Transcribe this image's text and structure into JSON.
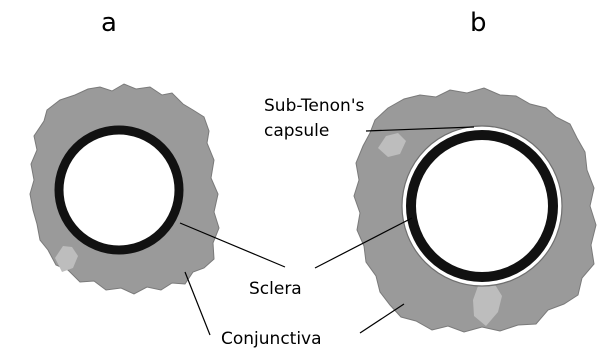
{
  "panels": {
    "a": {
      "letter": "a"
    },
    "b": {
      "letter": "b"
    }
  },
  "labels": {
    "sub_tenons_line1": "Sub-Tenon's",
    "sub_tenons_line2": "capsule",
    "sclera": "Sclera",
    "conjunctiva": "Conjunctiva"
  },
  "colors": {
    "conjunctiva_fill": "#9a9a9a",
    "conjunctiva_patch": "#bdbdbd",
    "sclera_ring": "#111111",
    "background": "#ffffff"
  }
}
